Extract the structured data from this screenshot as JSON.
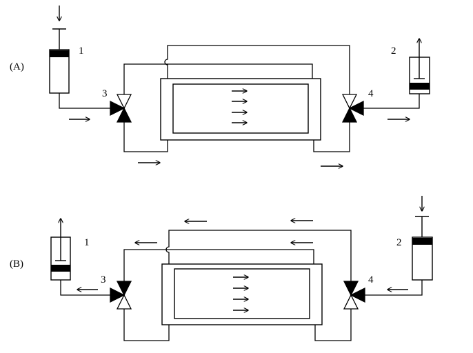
{
  "panels": [
    {
      "id": "A",
      "label": "(A)",
      "syringe_left": "1",
      "syringe_right": "2",
      "valve_left": "3",
      "valve_right": "4"
    },
    {
      "id": "B",
      "label": "(B)",
      "syringe_left": "1",
      "syringe_right": "2",
      "valve_left": "3",
      "valve_right": "4"
    }
  ]
}
